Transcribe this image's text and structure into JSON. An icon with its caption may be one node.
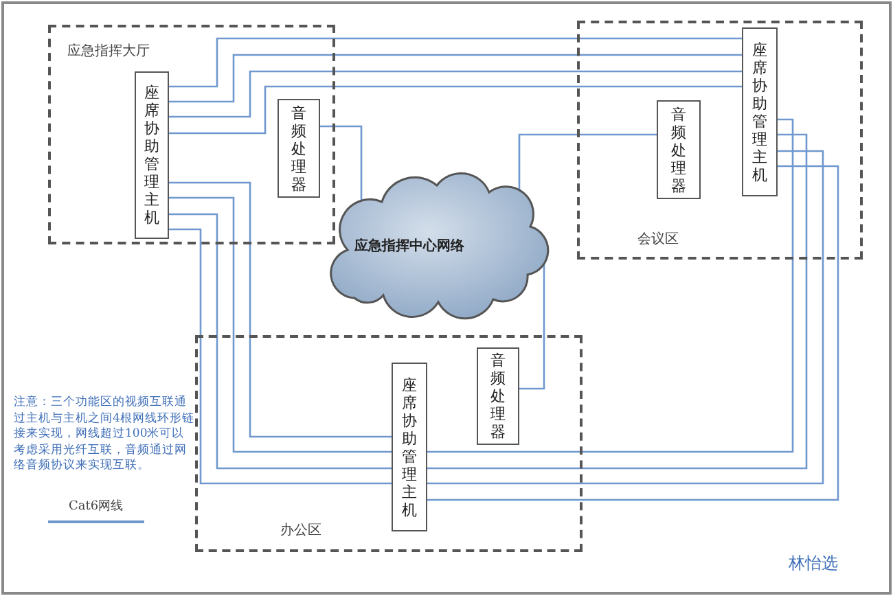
{
  "diagram": {
    "nodes": [
      {
        "text": [
          "应急指挥大厅"
        ]
      },
      {
        "text": [
          "座席协助管理主机"
        ],
        "in": 0
      },
      {
        "text": [
          "音频处理器"
        ],
        "in": 0
      },
      {
        "text": [
          "会议区"
        ]
      },
      {
        "text": [
          "音频处理器"
        ],
        "in": 3
      },
      {
        "text": [
          "座席协助管理主机"
        ],
        "in": 3
      },
      {
        "text": [
          "应急指挥中心网络"
        ]
      },
      {
        "text": [
          "办公区"
        ]
      },
      {
        "text": [
          "座席协助管理主机"
        ],
        "in": 7
      },
      {
        "text": [
          "音频处理器"
        ],
        "in": 7
      }
    ],
    "edges": [
      {
        "from": 1,
        "to": 5,
        "arrow": "none"
      },
      {
        "from": 1,
        "to": 5,
        "arrow": "none"
      },
      {
        "from": 1,
        "to": 5,
        "arrow": "none"
      },
      {
        "from": 1,
        "to": 5,
        "arrow": "none"
      },
      {
        "from": 1,
        "to": 8,
        "arrow": "none"
      },
      {
        "from": 1,
        "to": 8,
        "arrow": "none"
      },
      {
        "from": 1,
        "to": 8,
        "arrow": "none"
      },
      {
        "from": 1,
        "to": 8,
        "arrow": "none"
      },
      {
        "from": 5,
        "to": 8,
        "arrow": "none"
      },
      {
        "from": 5,
        "to": 8,
        "arrow": "none"
      },
      {
        "from": 5,
        "to": 8,
        "arrow": "none"
      },
      {
        "from": 5,
        "to": 8,
        "arrow": "none"
      },
      {
        "from": 2,
        "to": 6,
        "arrow": "none"
      },
      {
        "from": 4,
        "to": 6,
        "arrow": "none"
      },
      {
        "from": 9,
        "to": 6,
        "arrow": "none"
      }
    ],
    "labels": [
      "注意：三个功能区的视频互联通过主机与主机之间4根网线环形链接来实现，网线超过100米可以考虑采用光纤互联，音频通过网络音频协议来实现互联。",
      "林怡选"
    ],
    "legend": [
      {
        "text": "Cat6网线"
      }
    ]
  }
}
